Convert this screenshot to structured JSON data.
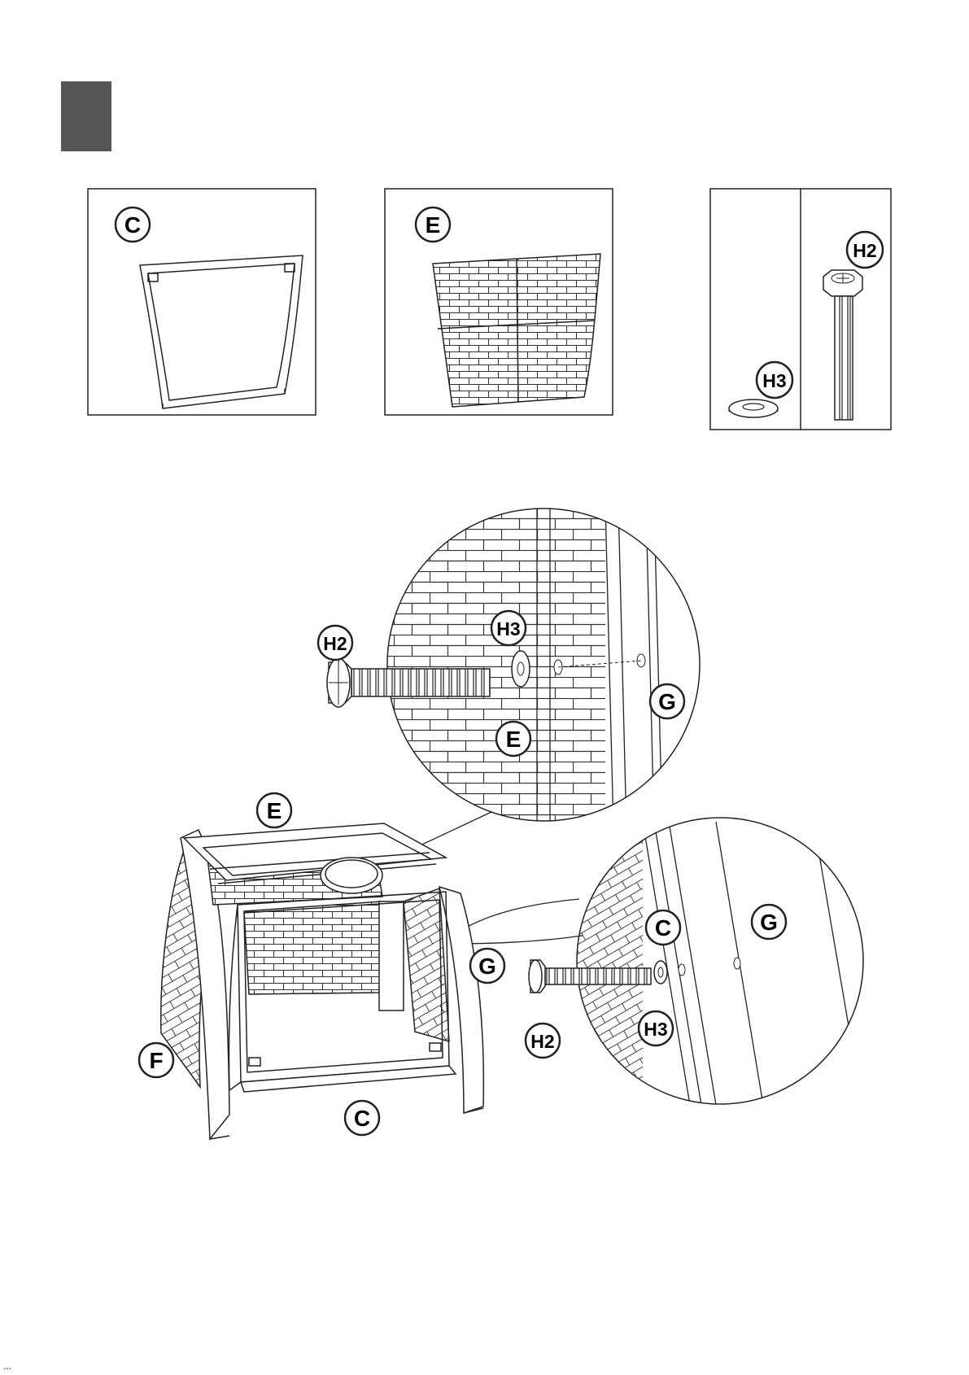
{
  "step": {
    "marker_color": "#555555"
  },
  "parts": {
    "C": "C",
    "E": "E",
    "F": "F",
    "G": "G",
    "H2": "H2",
    "H3": "H3"
  },
  "footer_text": "…"
}
